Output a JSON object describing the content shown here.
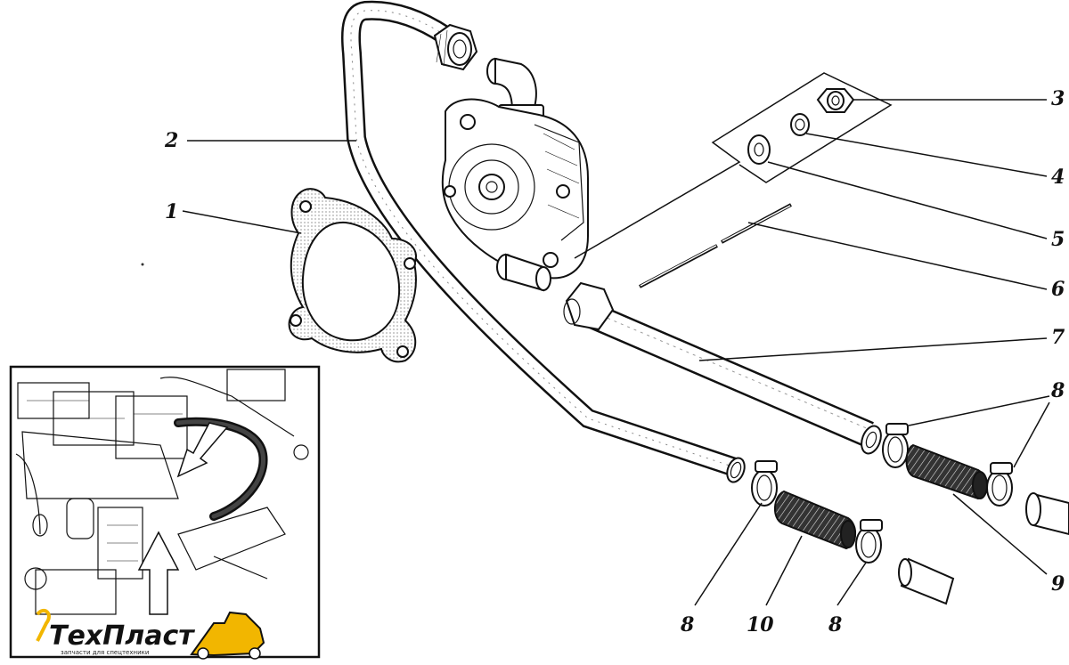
{
  "callouts": [
    {
      "id": "1",
      "text": "1"
    },
    {
      "id": "2",
      "text": "2"
    },
    {
      "id": "3",
      "text": "3"
    },
    {
      "id": "4",
      "text": "4"
    },
    {
      "id": "5",
      "text": "5"
    },
    {
      "id": "6",
      "text": "6"
    },
    {
      "id": "7",
      "text": "7"
    },
    {
      "id": "8a",
      "text": "8"
    },
    {
      "id": "8b",
      "text": "8"
    },
    {
      "id": "8c",
      "text": "8"
    },
    {
      "id": "9",
      "text": "9"
    },
    {
      "id": "10",
      "text": "10"
    }
  ],
  "logo": {
    "brand": "ТехПласт",
    "tagline": "запчасти для спецтехники",
    "accent_color": "#f2b600"
  }
}
